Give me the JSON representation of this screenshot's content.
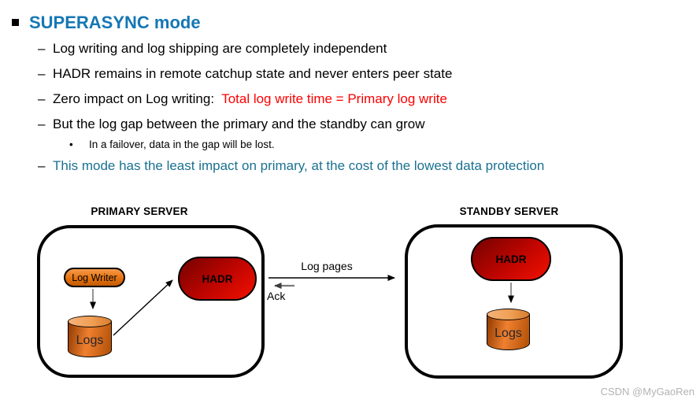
{
  "slide": {
    "title": "SUPERASYNC mode",
    "markers": {
      "dash": "–",
      "dot": "•"
    },
    "bullets": [
      {
        "text": "Log writing and log shipping are completely independent"
      },
      {
        "text": "HADR remains in remote catchup state and never enters peer state"
      },
      {
        "text": "Zero impact on Log writing:  ",
        "highlight": "Total log write time = Primary log write"
      },
      {
        "text": "But the log gap between the primary and the standby can grow"
      },
      {
        "text": "This mode has the least impact on primary, at the cost of the lowest data protection"
      }
    ],
    "sub_bullet": {
      "text": "In a failover, data in the gap will be lost."
    }
  },
  "diagram": {
    "primary": {
      "label": "PRIMARY SERVER",
      "log_writer": "Log Writer",
      "hadr": "HADR",
      "logs": "Logs"
    },
    "standby": {
      "label": "STANDBY SERVER",
      "hadr": "HADR",
      "logs": "Logs"
    },
    "flows": {
      "log_pages": "Log pages",
      "ack": "Ack"
    }
  },
  "watermark": "CSDN @MyGaoRen",
  "colors": {
    "title_blue": "#1577b4",
    "highlight_red": "#fe0000",
    "note_teal": "#1a7191",
    "hadr_red_dark": "#730200",
    "hadr_red_bright": "#f31100",
    "cylinder_orange": "#ef8030",
    "pill_orange": "#e4730f",
    "watermark_gray": "#b3b3b3"
  }
}
